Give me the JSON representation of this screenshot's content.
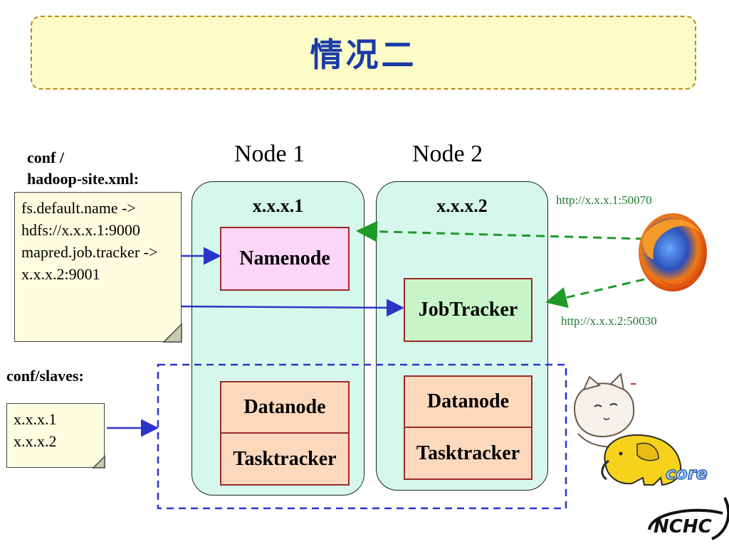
{
  "title": "情况二",
  "config_file": {
    "label_line1": "conf /",
    "label_line2": "hadoop-site.xml:",
    "lines": [
      "fs.default.name ->",
      "hdfs://x.x.x.1:9000",
      "mapred.job.tracker  ->",
      "x.x.x.2:9001"
    ]
  },
  "slaves_file": {
    "label": "conf/slaves:",
    "lines": [
      "x.x.x.1",
      "x.x.x.2"
    ]
  },
  "nodes": [
    {
      "name": "Node 1",
      "ip": "x.x.x.1"
    },
    {
      "name": "Node 2",
      "ip": "x.x.x.2"
    }
  ],
  "services": {
    "namenode": "Namenode",
    "jobtracker": "JobTracker",
    "datanode": "Datanode",
    "tasktracker": "Tasktracker"
  },
  "urls": {
    "namenode_web": "http://x.x.x.1:50070",
    "jobtracker_web": "http://x.x.x.2:50030"
  },
  "logo_text": "NCHC",
  "hadoop_logo_text": "core",
  "colors": {
    "title": "#1a3aa8",
    "title_bg": "#fdfbc6",
    "node_bg": "#d6f8ec",
    "namenode_bg": "#fbd6f6",
    "jobtracker_bg": "#c8f5c8",
    "worker_bg": "#fcd8bd",
    "url": "#1e7a2e",
    "arrow_blue": "#2a35c8",
    "arrow_green": "#1f9a28"
  }
}
